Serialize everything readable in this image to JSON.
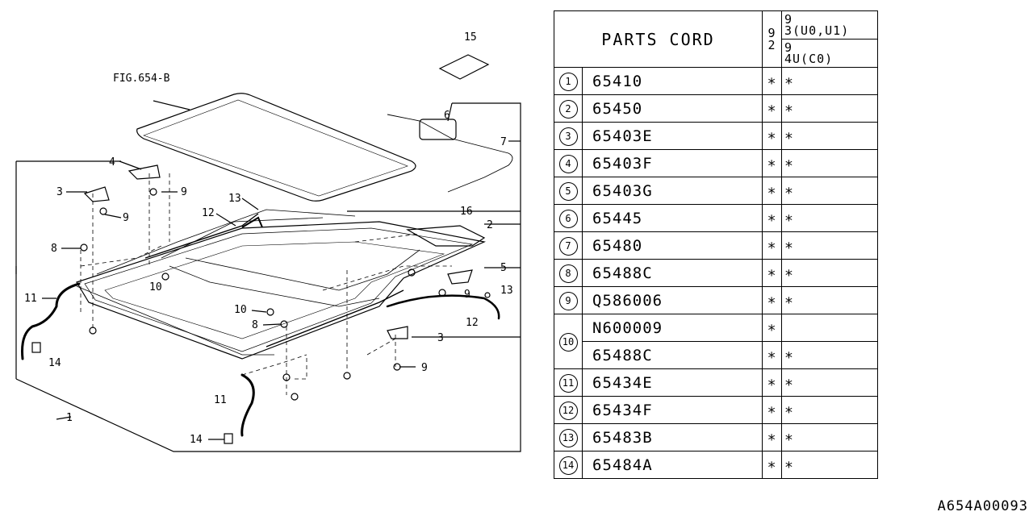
{
  "diagram": {
    "fig_ref": "FIG.654-B",
    "callouts": [
      "15",
      "6",
      "7",
      "4",
      "9",
      "3",
      "9",
      "13",
      "12",
      "16",
      "2",
      "8",
      "10",
      "5",
      "9",
      "13",
      "11",
      "14",
      "10",
      "8",
      "12",
      "3",
      "9",
      "11",
      "1",
      "14"
    ]
  },
  "table": {
    "header": {
      "title": "PARTS CORD",
      "year": "9\n2",
      "cfg1": "9\n3(U0,U1)",
      "cfg2": "9\n4U(C0)"
    },
    "rows": [
      {
        "ref": "1",
        "part": "65410",
        "m1": "∗",
        "m2": "∗"
      },
      {
        "ref": "2",
        "part": "65450",
        "m1": "∗",
        "m2": "∗"
      },
      {
        "ref": "3",
        "part": "65403E",
        "m1": "∗",
        "m2": "∗"
      },
      {
        "ref": "4",
        "part": "65403F",
        "m1": "∗",
        "m2": "∗"
      },
      {
        "ref": "5",
        "part": "65403G",
        "m1": "∗",
        "m2": "∗"
      },
      {
        "ref": "6",
        "part": "65445",
        "m1": "∗",
        "m2": "∗"
      },
      {
        "ref": "7",
        "part": "65480",
        "m1": "∗",
        "m2": "∗"
      },
      {
        "ref": "8",
        "part": "65488C",
        "m1": "∗",
        "m2": "∗"
      },
      {
        "ref": "9",
        "part": "Q586006",
        "m1": "∗",
        "m2": "∗"
      },
      {
        "ref": "10",
        "part": "N600009",
        "m1": "∗",
        "m2": ""
      },
      {
        "ref": "",
        "part": "65488C",
        "m1": "∗",
        "m2": "∗"
      },
      {
        "ref": "11",
        "part": "65434E",
        "m1": "∗",
        "m2": "∗"
      },
      {
        "ref": "12",
        "part": "65434F",
        "m1": "∗",
        "m2": "∗"
      },
      {
        "ref": "13",
        "part": "65483B",
        "m1": "∗",
        "m2": "∗"
      },
      {
        "ref": "14",
        "part": "65484A",
        "m1": "∗",
        "m2": "∗"
      }
    ]
  },
  "doc_id": "A654A00093"
}
